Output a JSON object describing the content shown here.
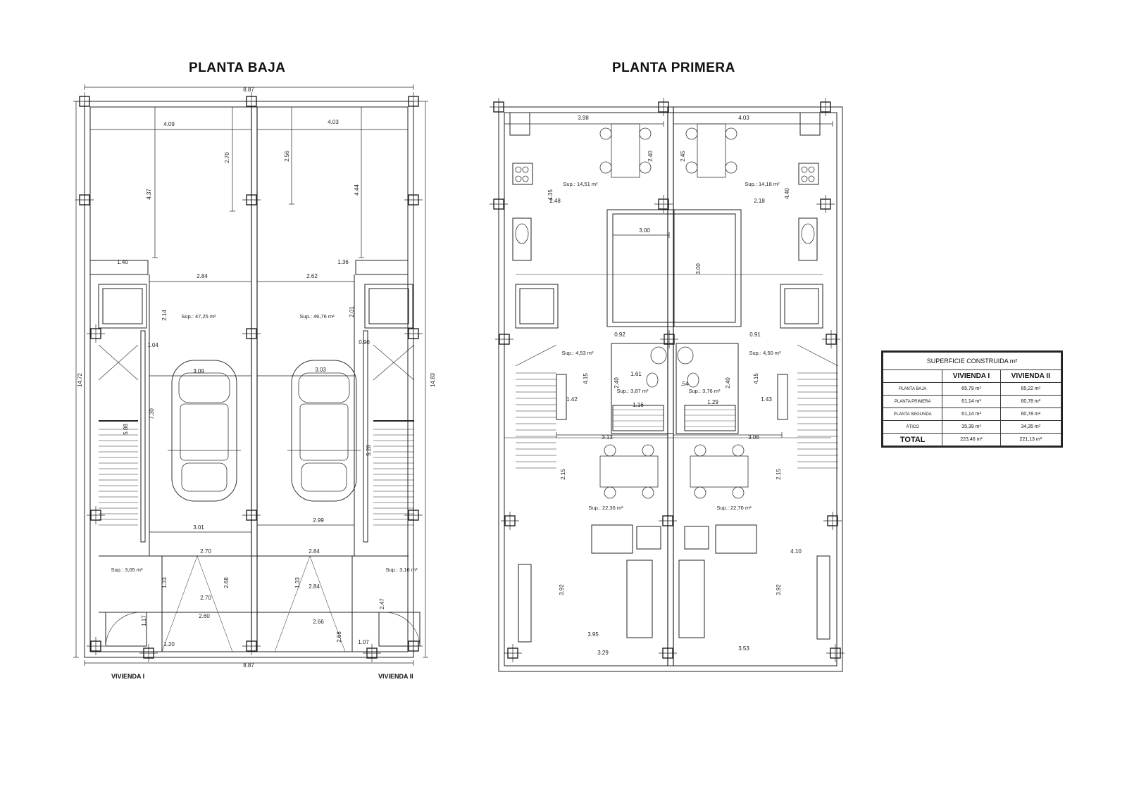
{
  "titles": {
    "ground": "PLANTA BAJA",
    "first": "PLANTA PRIMERA"
  },
  "ground": {
    "dims": {
      "top_total": "8.87",
      "bottom_total": "8.87",
      "left_width": "4.09",
      "right_width": "4.03",
      "left_depth_top": "4.37",
      "right_depth_top": "4.44",
      "mid_a": "2.70",
      "mid_b": "2.56",
      "left_side": "14.72",
      "right_side": "14.83",
      "l_140": "1.40",
      "r_136": "1.36",
      "l_284": "2.84",
      "r_262": "2.62",
      "l_214": "2.14",
      "r_201": "2.01",
      "l_104": "1.04",
      "r_090": "0.90",
      "l_309": "3.09",
      "r_303": "3.03",
      "l_730": "7.30",
      "r_528": "5.28",
      "stair_588": "5.88",
      "l_301": "3.01",
      "r_299": "2.99",
      "l_270a": "2.70",
      "r_284a": "2.84",
      "l_133": "1.33",
      "l_268": "2.68",
      "r_133": "1.33",
      "r_284b": "2.84",
      "l_270b": "2.70",
      "r_247": "2.47",
      "l_117": "1.17",
      "l_260": "2.60",
      "r_266": "2.66",
      "r_268": "2.68",
      "l_120": "1.20",
      "r_107": "1.07"
    },
    "sup": {
      "left_garage": "Sup.: 47,25 m²",
      "right_garage": "Sup.: 46,76 m²",
      "left_front": "Sup.: 3,05 m²",
      "right_front": "Sup.: 3,10 m²"
    },
    "labels": {
      "vivienda_1": "VIVIENDA I",
      "vivienda_2": "VIVIENDA II"
    }
  },
  "first": {
    "dims": {
      "l_398": "3.98",
      "r_403": "4.03",
      "l_240": "2.40",
      "r_245": "2.45",
      "l_435": "4.35",
      "r_440": "4.40",
      "l_248": "2.48",
      "r_218": "2.18",
      "c_300h": "3.00",
      "c_300v": "3.00",
      "l_092": "0.92",
      "r_091": "0.91",
      "l_415": "4.15",
      "r_415": "4.15",
      "l_161": "1.61",
      "r_154": ".54",
      "l_240b": "2.40",
      "r_240b": "2.40",
      "l_142": "1.42",
      "r_143": "1.43",
      "l_116": "1.16",
      "r_129": "1.29",
      "l_313": "3.13",
      "r_306": "3.06",
      "l_215": "2.15",
      "r_215": "2.15",
      "r_410": "4.10",
      "l_392": "3.92",
      "r_392": "3.92",
      "l_395": "3.95",
      "l_329": "3.29",
      "r_353": "3.53"
    },
    "sup": {
      "left_dining": "Sup.: 14,51 m²",
      "right_dining": "Sup.: 14,18 m²",
      "left_hall": "Sup.: 4,53 m²",
      "right_hall": "Sup.: 4,50 m²",
      "left_bath": "Sup.: 3,87 m²",
      "right_bath": "Sup.: 3,76 m²",
      "left_living": "Sup.: 22,36 m²",
      "right_living": "Sup.: 22,76 m²"
    }
  },
  "area_table": {
    "caption": "SUPERFICIE CONSTRUIDA m²",
    "headers": [
      "VIVIENDA I",
      "VIVIENDA II"
    ],
    "rows": [
      {
        "label": "PLANTA BAJA",
        "v1": "65,79 m²",
        "v2": "65,22 m²"
      },
      {
        "label": "PLANTA PRIMERA",
        "v1": "61,14 m²",
        "v2": "60,78 m²"
      },
      {
        "label": "PLANTA SEGUNDA",
        "v1": "61,14 m²",
        "v2": "60,78 m²"
      },
      {
        "label": "ÁTICO",
        "v1": "35,39 m²",
        "v2": "34,35 m²"
      }
    ],
    "total": {
      "label": "TOTAL",
      "v1": "223,46 m²",
      "v2": "221,13 m²"
    }
  }
}
